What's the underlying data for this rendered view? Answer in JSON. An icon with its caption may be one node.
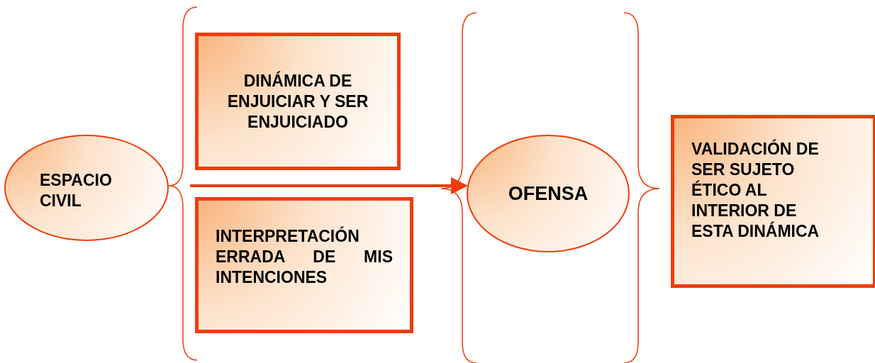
{
  "diagram": {
    "nodes": [
      {
        "text": [
          "ESPACIO CIVIL"
        ]
      },
      {
        "text": [
          "DINÁMICA DE ENJUICIAR Y SER ENJUICIADO"
        ]
      },
      {
        "text": [
          "INTERPRETACIÓN ERRADA DE MIS INTENCIONES"
        ]
      },
      {
        "text": [
          "OFENSA"
        ]
      },
      {
        "text": [
          "VALIDACIÓN DE SER SUJETO ÉTICO AL INTERIOR DE ESTA DINÁMICA"
        ]
      }
    ],
    "edges": [
      {
        "from": null,
        "to": 3,
        "arrow": "to"
      }
    ]
  }
}
